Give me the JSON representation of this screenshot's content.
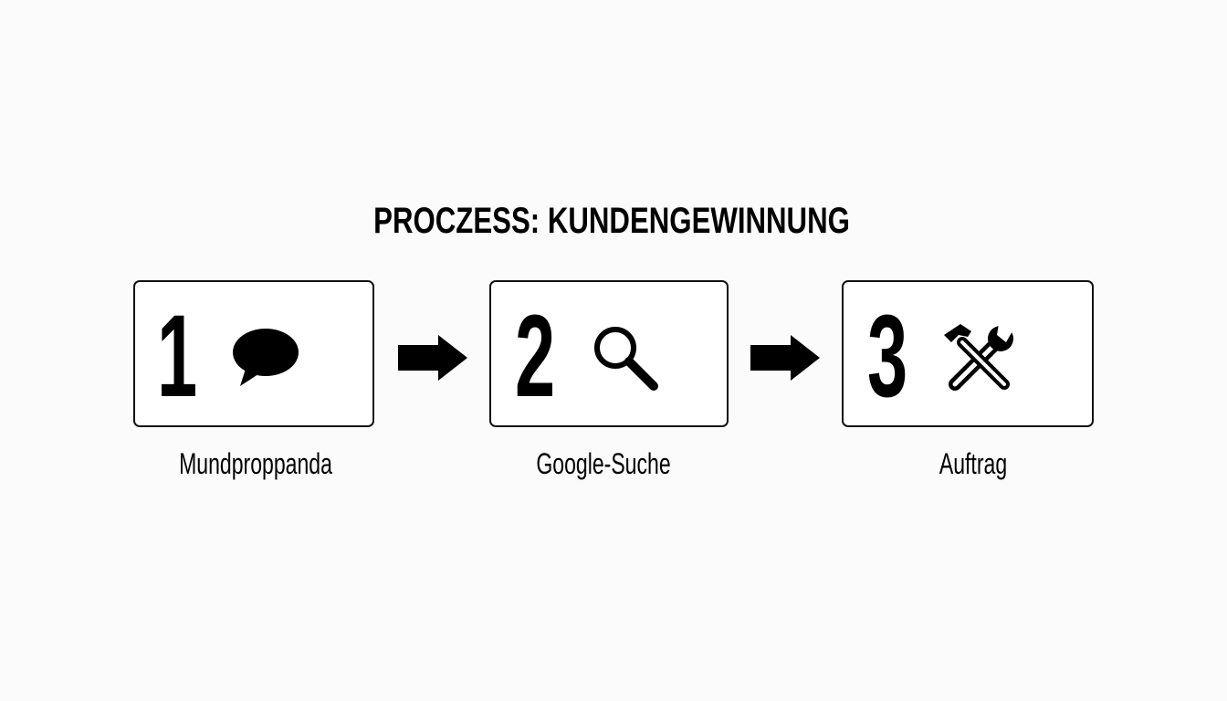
{
  "diagram": {
    "title": "PROCZESS: KUNDENGEWINNUNG",
    "steps": [
      {
        "number": "1",
        "icon": "speech-bubble-icon",
        "label": "Mundproppanda"
      },
      {
        "number": "2",
        "icon": "magnifier-icon",
        "label": "Google-Suche"
      },
      {
        "number": "3",
        "icon": "hammer-wrench-icon",
        "label": "Auftrag"
      }
    ],
    "colors": {
      "foreground": "#000000",
      "background": "#fbfbfb",
      "box_fill": "#ffffff"
    }
  }
}
